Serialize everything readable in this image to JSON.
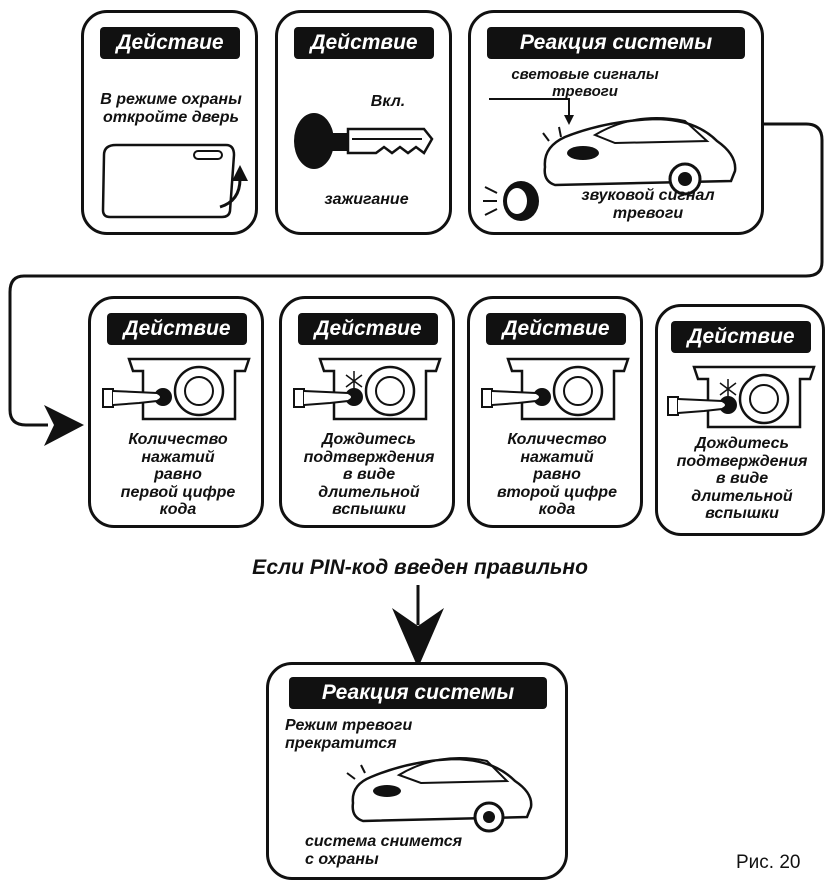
{
  "row1": {
    "card1": {
      "heading": "Действие",
      "text": "В режиме охраны\nоткройте дверь"
    },
    "card2": {
      "heading": "Действие",
      "key_label": "Вкл.",
      "caption": "зажигание"
    },
    "card3": {
      "heading": "Реакция системы",
      "light_text": "световые сигналы\nтревоги",
      "sound_text": "звуковой сигнал\nтревоги"
    }
  },
  "row2": [
    {
      "heading": "Действие",
      "text": "Количество\nнажатий\nравно\nпервой цифре\nкода"
    },
    {
      "heading": "Действие",
      "text": "Дождитесь\nподтверждения\nв виде\nдлительной\nвспышки"
    },
    {
      "heading": "Действие",
      "text": "Количество\nнажатий\nравно\nвторой цифре\nкода"
    },
    {
      "heading": "Действие",
      "text": "Дождитесь\nподтверждения\nв виде\nдлительной\nвспышки"
    }
  ],
  "condition": "Если PIN-код введен правильно",
  "final_card": {
    "heading": "Реакция системы",
    "text_top": "Режим тревоги\nпрекратится",
    "text_bottom": "система снимется\nс охраны"
  },
  "figure_label": "Рис. 20"
}
